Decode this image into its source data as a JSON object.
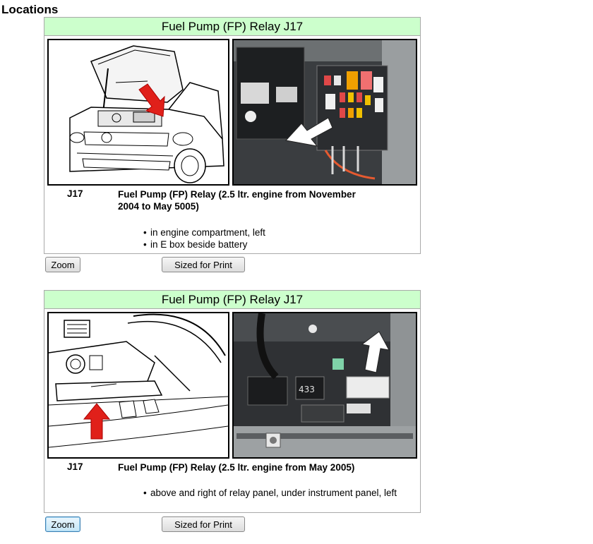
{
  "page": {
    "title": "Locations"
  },
  "panels": [
    {
      "header": "Fuel Pump (FP) Relay J17",
      "code": "J17",
      "description": "Fuel Pump (FP) Relay (2.5 ltr. engine from November 2004 to May 5005)",
      "bullets": [
        "in engine compartment, left",
        "in E box beside battery"
      ],
      "zoom_label": "Zoom",
      "print_label": "Sized for Print"
    },
    {
      "header": "Fuel Pump (FP) Relay J17",
      "code": "J17",
      "description": "Fuel Pump (FP) Relay (2.5 ltr. engine from May 2005)",
      "bullets": [
        "above and right of relay panel, under instrument panel, left"
      ],
      "zoom_label": "Zoom",
      "print_label": "Sized for Print",
      "photo_box_label": "433"
    }
  ],
  "colors": {
    "header_bg": "#ccffcc",
    "arrow_red": "#e0201a",
    "button_focus": "#c4e5f6"
  },
  "icons": [
    "car-engine-drawing",
    "fuse-box-photo",
    "dashboard-drawing",
    "relay-panel-photo"
  ]
}
